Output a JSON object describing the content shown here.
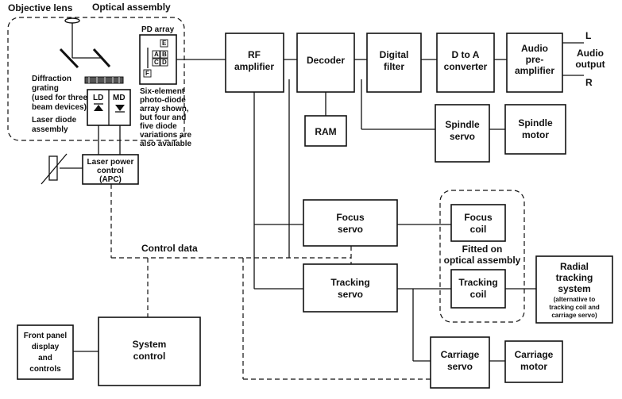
{
  "labels": {
    "objective_lens": "Objective lens",
    "optical_assembly": "Optical assembly",
    "pd_array": "PD array",
    "diffraction_grating": [
      "Diffraction",
      "grating",
      "(used for three-",
      "beam devices)"
    ],
    "ld": "LD",
    "md": "MD",
    "laser_diode_assembly": [
      "Laser diode",
      "assembly"
    ],
    "photodiode_note": [
      "Six-element",
      "photo-diode",
      "array shown,",
      "but four and",
      "five diode",
      "variations are",
      "also available"
    ],
    "pd_cells": [
      "E",
      "A",
      "B",
      "C",
      "D",
      "F"
    ],
    "rf_amplifier": [
      "RF",
      "amplifier"
    ],
    "decoder": "Decoder",
    "digital_filter": [
      "Digital",
      "filter"
    ],
    "d_to_a": [
      "D to A",
      "converter"
    ],
    "audio_preamp": [
      "Audio",
      "pre-",
      "amplifier"
    ],
    "out_l": "L",
    "out_r": "R",
    "audio_output": [
      "Audio",
      "output"
    ],
    "ram": "RAM",
    "spindle_servo": [
      "Spindle",
      "servo"
    ],
    "spindle_motor": [
      "Spindle",
      "motor"
    ],
    "laser_power_control": [
      "Laser power",
      "control",
      "(APC)"
    ],
    "control_data": "Control data",
    "focus_servo": [
      "Focus",
      "servo"
    ],
    "focus_coil": [
      "Focus",
      "coil"
    ],
    "fitted_on": [
      "Fitted on",
      "optical assembly"
    ],
    "tracking_servo": [
      "Tracking",
      "servo"
    ],
    "tracking_coil": [
      "Tracking",
      "coil"
    ],
    "radial_tracking": [
      "Radial",
      "tracking",
      "system"
    ],
    "radial_note": [
      "(alternative to",
      "tracking coil and",
      "carriage servo)"
    ],
    "front_panel": [
      "Front panel",
      "display",
      "and",
      "controls"
    ],
    "system_control": [
      "System",
      "control"
    ],
    "carriage_servo": [
      "Carriage",
      "servo"
    ],
    "carriage_motor": [
      "Carriage",
      "motor"
    ]
  }
}
